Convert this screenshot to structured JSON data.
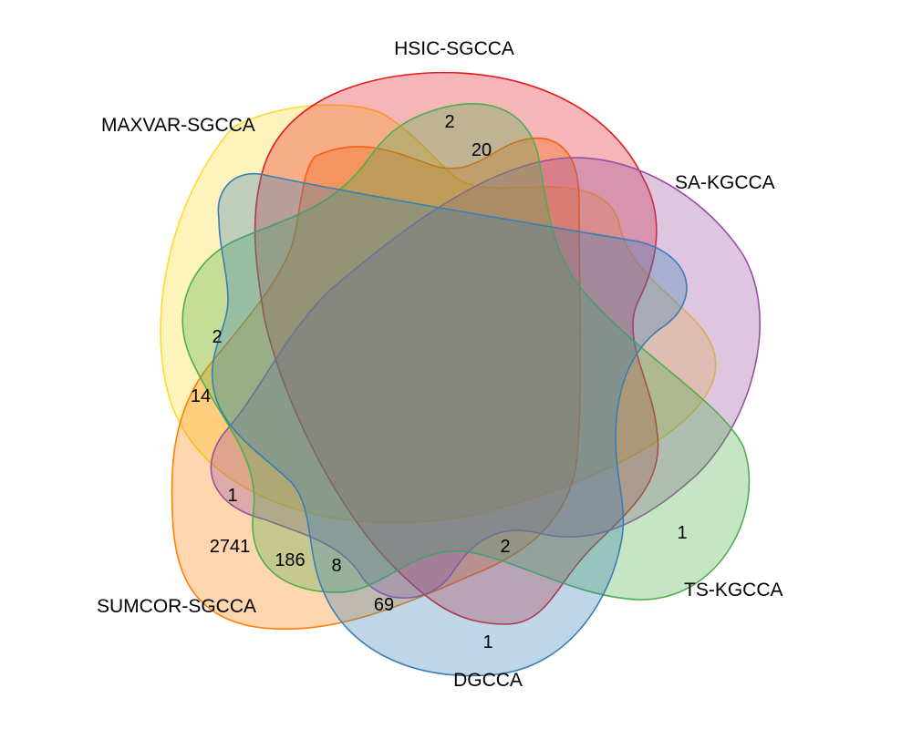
{
  "chart_data": {
    "type": "venn",
    "sets": [
      {
        "name": "HSIC-SGCCA",
        "color": "#E41A1C"
      },
      {
        "name": "SA-KGCCA",
        "color": "#984EA3"
      },
      {
        "name": "TS-KGCCA",
        "color": "#4DAF4A"
      },
      {
        "name": "DGCCA",
        "color": "#377EB8"
      },
      {
        "name": "SUMCOR-SGCCA",
        "color": "#FF7F00"
      },
      {
        "name": "MAXVAR-SGCCA",
        "color": "#FFD92F"
      }
    ],
    "regions": [
      {
        "sets": [
          "TS-KGCCA",
          "MAXVAR-SGCCA",
          "HSIC-SGCCA"
        ],
        "value": "2"
      },
      {
        "sets": [
          "MAXVAR-SGCCA",
          "HSIC-SGCCA",
          "TS-KGCCA",
          "SUMCOR-SGCCA"
        ],
        "value": "20"
      },
      {
        "sets": [
          "MAXVAR-SGCCA",
          "TS-KGCCA",
          "DGCCA"
        ],
        "value": "2"
      },
      {
        "sets": [
          "MAXVAR-SGCCA",
          "SUMCOR-SGCCA",
          "DGCCA"
        ],
        "value": "14"
      },
      {
        "sets": [
          "SUMCOR-SGCCA",
          "SA-KGCCA"
        ],
        "value": "1"
      },
      {
        "sets": [
          "SUMCOR-SGCCA"
        ],
        "value": "2741"
      },
      {
        "sets": [
          "SUMCOR-SGCCA",
          "TS-KGCCA"
        ],
        "value": "186"
      },
      {
        "sets": [
          "SUMCOR-SGCCA",
          "DGCCA",
          "SA-KGCCA"
        ],
        "value": "8"
      },
      {
        "sets": [
          "SUMCOR-SGCCA",
          "DGCCA"
        ],
        "value": "69"
      },
      {
        "sets": [
          "DGCCA",
          "TS-KGCCA",
          "SA-KGCCA"
        ],
        "value": "2"
      },
      {
        "sets": [
          "TS-KGCCA"
        ],
        "value": "1"
      },
      {
        "sets": [
          "DGCCA"
        ],
        "value": "1"
      }
    ]
  }
}
